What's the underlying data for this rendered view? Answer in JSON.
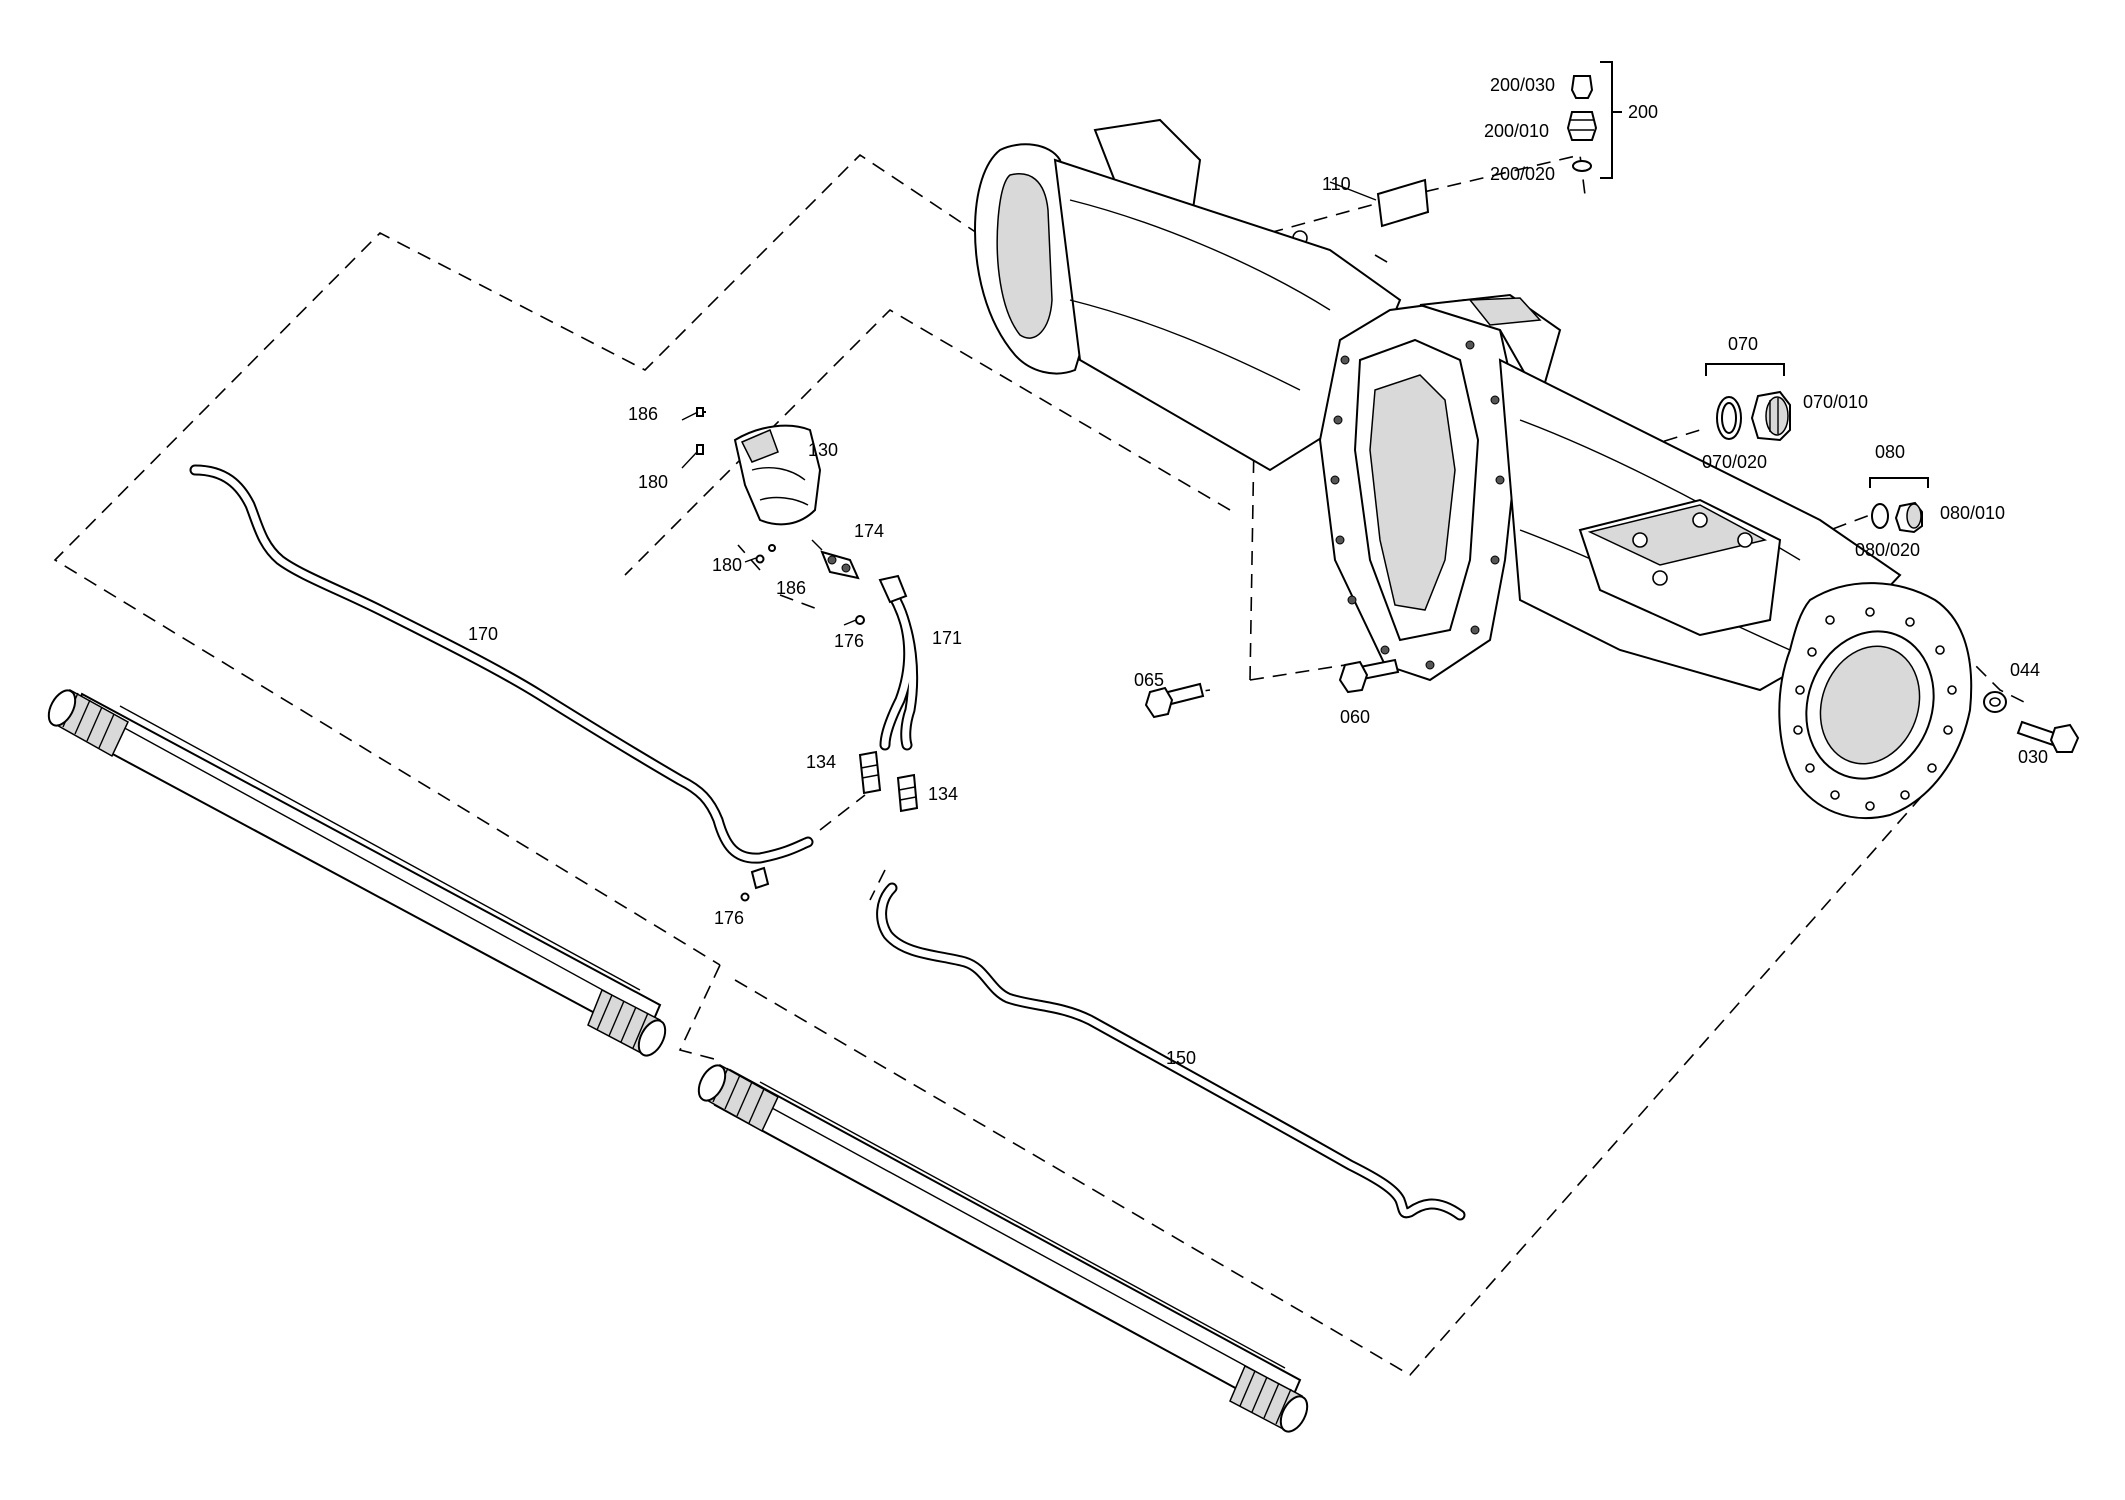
{
  "callouts": {
    "c200_030": "200/030",
    "c200_010": "200/010",
    "c200_020": "200/020",
    "c200": "200",
    "c110": "110",
    "c070": "070",
    "c070_010": "070/010",
    "c070_020": "070/020",
    "c080": "080",
    "c080_010": "080/010",
    "c080_020": "080/020",
    "c044": "044",
    "c030": "030",
    "c065": "065",
    "c060": "060",
    "c186a": "186",
    "c180a": "180",
    "c130": "130",
    "c174": "174",
    "c180b": "180",
    "c186b": "186",
    "c176a": "176",
    "c171": "171",
    "c170": "170",
    "c134a": "134",
    "c134b": "134",
    "c176b": "176",
    "c150": "150"
  }
}
